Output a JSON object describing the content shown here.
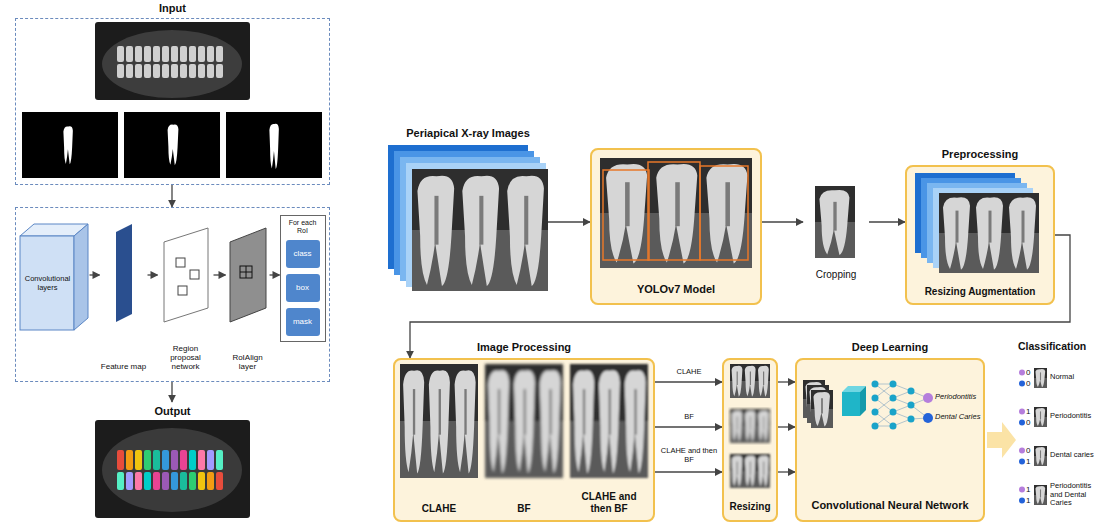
{
  "diagram": {
    "nodes": [
      {
        "text": [
          "Input"
        ]
      },
      {
        "text": []
      },
      {
        "text": [
          "Convolutional layers"
        ],
        "in": 1
      },
      {
        "text": [
          "Feature map"
        ],
        "in": 1
      },
      {
        "text": [
          "Region proposal network"
        ],
        "in": 1
      },
      {
        "text": [
          "RoIAlign layer"
        ],
        "in": 1
      },
      {
        "text": [
          "For each RoI"
        ],
        "in": 1
      },
      {
        "text": [
          "class"
        ],
        "in": 6
      },
      {
        "text": [
          "box"
        ],
        "in": 6
      },
      {
        "text": [
          "mask"
        ],
        "in": 6
      },
      {
        "text": [
          "Output"
        ]
      },
      {
        "text": [
          "Periapical X-ray Images"
        ]
      },
      {
        "text": [
          "YOLOv7 Model"
        ]
      },
      {
        "text": [
          "Cropping"
        ]
      },
      {
        "text": [
          "Preprocessing",
          "Resizing Augmentation"
        ]
      },
      {
        "text": [
          "Image Processing"
        ]
      },
      {
        "text": [
          "CLAHE"
        ],
        "in": 15
      },
      {
        "text": [
          "BF"
        ],
        "in": 15
      },
      {
        "text": [
          "CLAHE and then BF"
        ],
        "in": 15
      },
      {
        "text": [
          "Resizing"
        ]
      },
      {
        "text": [
          "Deep Learning",
          "Convolutional Neural Network"
        ]
      }
    ],
    "edges": [
      {
        "from": 0,
        "to": 1,
        "arrow": "to"
      },
      {
        "from": 2,
        "to": 3,
        "arrow": "to"
      },
      {
        "from": 3,
        "to": 4,
        "arrow": "to"
      },
      {
        "from": 4,
        "to": 5,
        "arrow": "to"
      },
      {
        "from": 5,
        "to": 6,
        "arrow": "to"
      },
      {
        "from": 1,
        "to": 10,
        "arrow": "to"
      },
      {
        "from": 11,
        "to": 12,
        "arrow": "to"
      },
      {
        "from": 12,
        "to": 13,
        "arrow": "to"
      },
      {
        "from": 13,
        "to": 14,
        "arrow": "to"
      },
      {
        "from": 14,
        "to": 15,
        "arrow": "to"
      },
      {
        "from": 15,
        "to": 19,
        "label": "CLAHE",
        "arrow": "to"
      },
      {
        "from": 15,
        "to": 19,
        "label": "BF",
        "arrow": "to"
      },
      {
        "from": 15,
        "to": 19,
        "label": "CLAHE and then BF",
        "arrow": "to"
      },
      {
        "from": 19,
        "to": 20,
        "arrow": "to"
      },
      {
        "from": 19,
        "to": 20,
        "arrow": "to"
      },
      {
        "from": 19,
        "to": 20,
        "arrow": "to"
      }
    ],
    "labels": [
      "Periodontitis",
      "Dental Caries",
      "Classification",
      "0",
      "0",
      "Normal",
      "1",
      "0",
      "Periodontitis",
      "0",
      "1",
      "Dental caries",
      "1",
      "1",
      "Periodontitis and Dental Caries"
    ]
  }
}
